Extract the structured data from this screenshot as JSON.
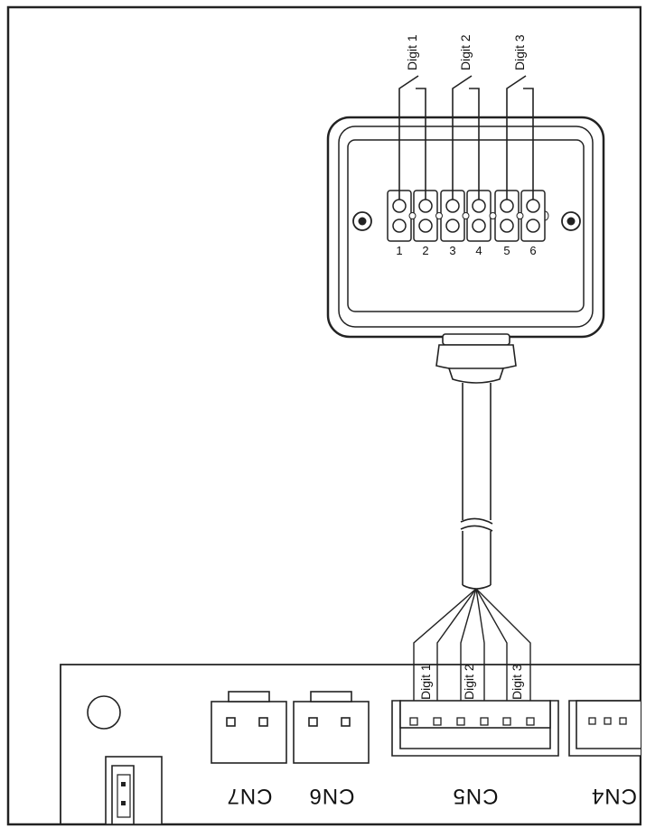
{
  "terminal_block": {
    "terminals": [
      "1",
      "2",
      "3",
      "4",
      "5",
      "6"
    ],
    "switch_labels": [
      "Digit 1",
      "Digit 2",
      "Digit 3"
    ]
  },
  "connector_cn5": {
    "wire_labels": [
      "Digit 1",
      "Digit 2",
      "Digit 3"
    ]
  },
  "connectors": {
    "cn7": "CN7",
    "cn6": "CN6",
    "cn5": "CN5",
    "cn4": "CN4"
  }
}
